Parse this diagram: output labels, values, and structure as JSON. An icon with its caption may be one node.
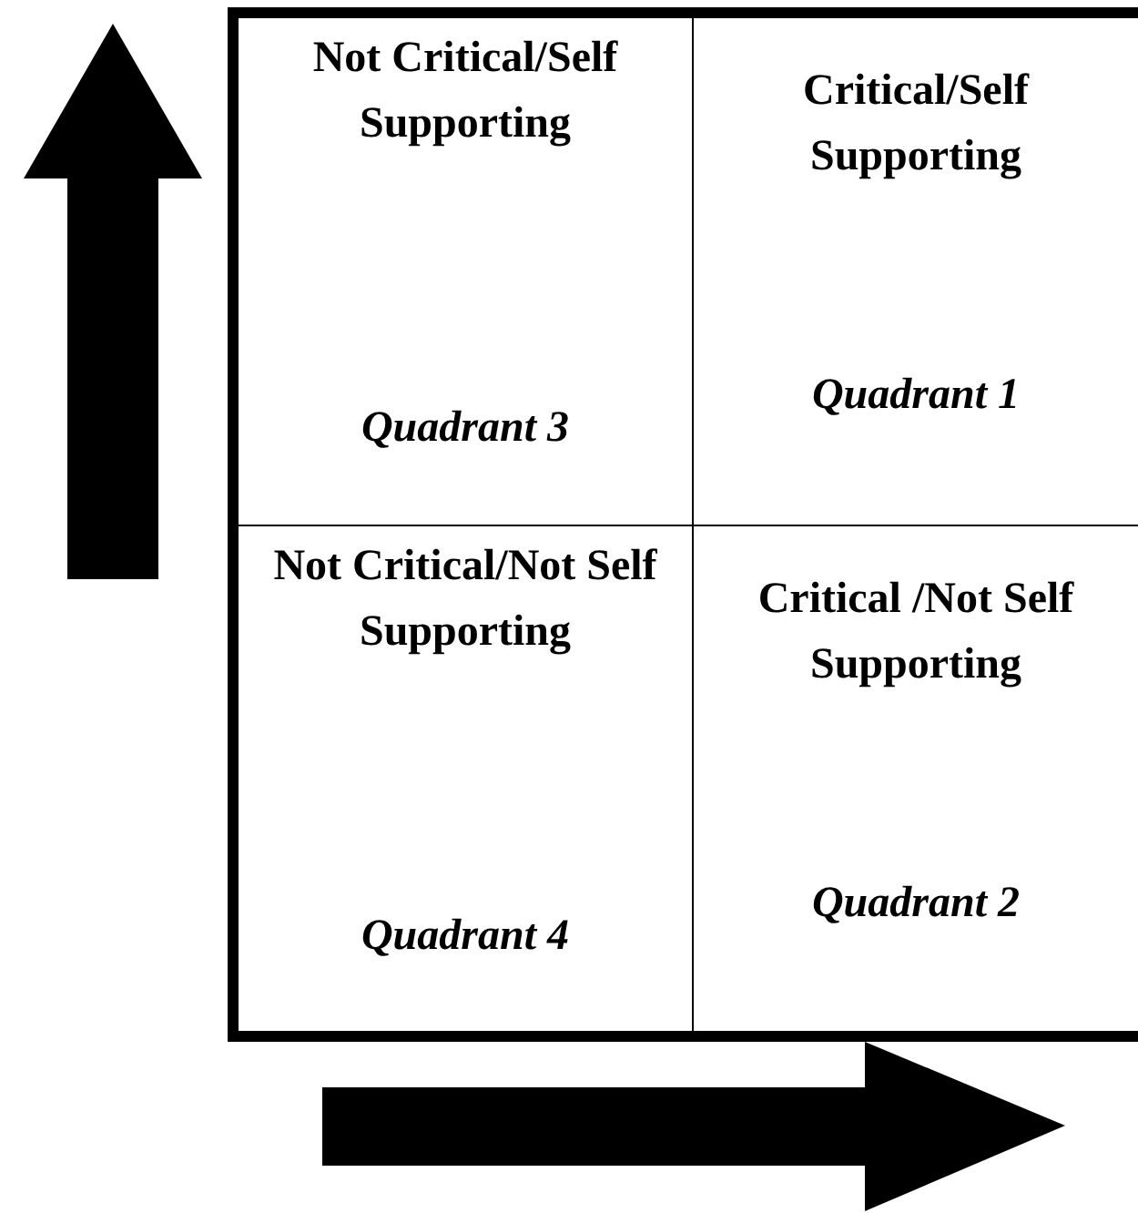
{
  "diagram": {
    "nodes": [
      {
        "text": [
          "Not Critical/Self Supporting",
          "Quadrant 3"
        ]
      },
      {
        "text": [
          "Critical/Self Supporting",
          "Quadrant 1"
        ]
      },
      {
        "text": [
          "Not Critical/Not Self Supporting",
          "Quadrant 4"
        ]
      },
      {
        "text": [
          "Critical /Not Self Supporting",
          "Quadrant 2"
        ]
      }
    ]
  }
}
